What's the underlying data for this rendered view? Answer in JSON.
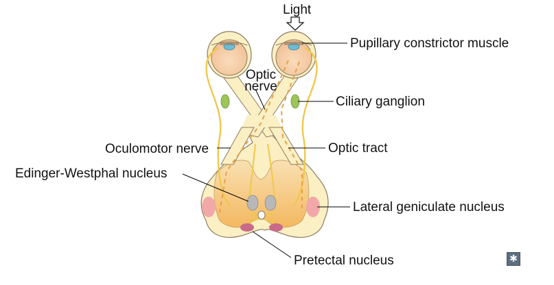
{
  "labels": {
    "light": "Light",
    "pupillary_constrictor_muscle": "Pupillary constrictor muscle",
    "optic_nerve_line1": "Optic",
    "optic_nerve_line2": "nerve",
    "ciliary_ganglion": "Ciliary ganglion",
    "oculomotor_nerve": "Oculomotor nerve",
    "optic_tract": "Optic tract",
    "edinger_westphal_nucleus": "Edinger-Westphal nucleus",
    "lateral_geniculate_nucleus": "Lateral geniculate nucleus",
    "pretectal_nucleus": "Pretectal nucleus"
  },
  "controls": {
    "expand_icon_glyph": "✱",
    "expand_icon_name": "expand-icon"
  },
  "colors": {
    "brainstem_fill": "#fbefc4",
    "midbrain_gradient_top": "#f9e0b2",
    "midbrain_gradient_bottom": "#f3b860",
    "eye_fill": "#f7d5b0",
    "eye_outline": "#8c7a5e",
    "lens": "#6cbcd8",
    "pathway_yellow": "#f0c84a",
    "pathway_orange_dashed": "#e8a04a",
    "ciliary_ganglion": "#9dc55a",
    "geniculate": "#f0a9a8",
    "edinger_westphal": "#b8b8b8",
    "pretectal": "#c86a88",
    "leader_line": "#000000"
  }
}
